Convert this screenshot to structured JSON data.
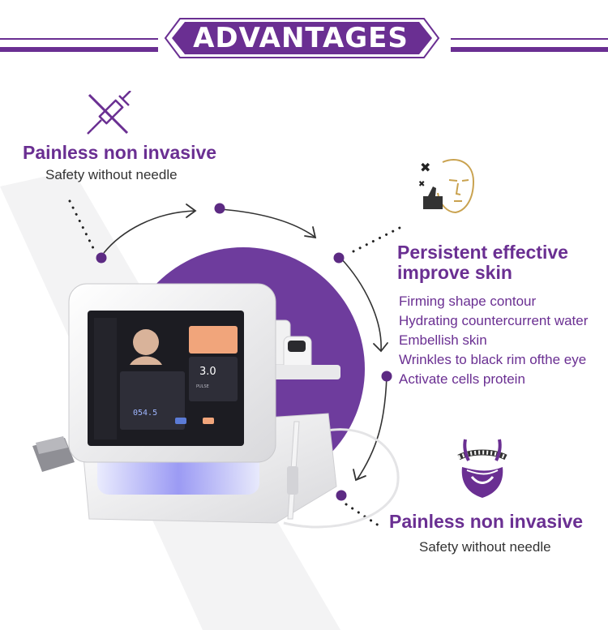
{
  "banner": {
    "title": "ADVANTAGES"
  },
  "feature_top_left": {
    "title": "Painless non invasive",
    "subtitle": "Safety without needle",
    "icon": "syringe-crossed-icon"
  },
  "feature_right": {
    "title_line1": "Persistent effective",
    "title_line2": "improve skin",
    "icon": "face-thumbs-up-icon",
    "items": [
      "Firming shape contour",
      "Hydrating countercurrent water",
      "Embellish skin",
      "Wrinkles to black rim ofthe eye",
      "Activate cells protein"
    ]
  },
  "feature_bottom_right": {
    "title": "Painless non invasive",
    "subtitle": "Safety without needle",
    "icon": "waist-tape-measure-icon"
  },
  "device_screen": {
    "value": "3.0",
    "counter": "054.5",
    "unit": "PULSE"
  },
  "colors": {
    "brand_purple": "#6a2f92",
    "ring_purple": "#7b4aa6"
  }
}
